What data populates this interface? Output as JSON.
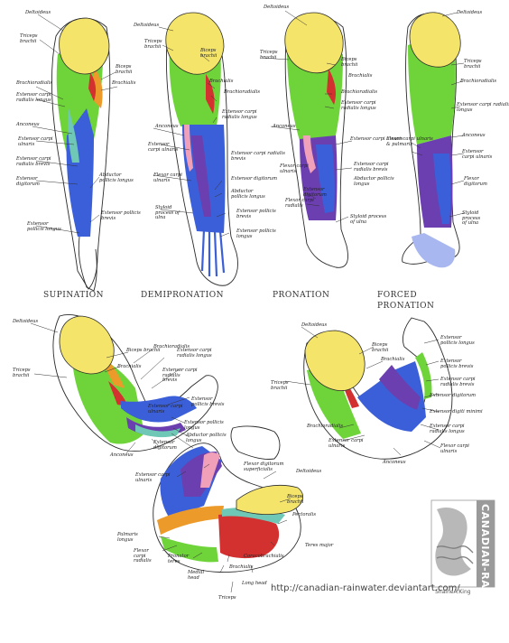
{
  "colors": {
    "deltoid": "#f4e46a",
    "green": "#6fd43a",
    "blue": "#3b5fd8",
    "purple": "#6b3fb0",
    "red": "#d33030",
    "orange": "#ec9a2a",
    "pink": "#f0a0b8",
    "teal": "#6fc7b5",
    "light_blue": "#a8b7f0",
    "watermark_gray": "#9a9a9a"
  },
  "captions": {
    "supination": "SUPINATION",
    "demipronation": "DEMIPRONATION",
    "pronation": "PRONATION",
    "forced": "FORCED",
    "forced_pronation": "PRONATION"
  },
  "labels": {
    "a1_deltoideus": "Deltoideus",
    "a1_triceps": "Triceps\nbrachii",
    "a1_biceps": "Biceps\nbrachii",
    "a1_brachialis": "Brachialis",
    "a1_brachioradialis": "Brachioradialis",
    "a1_ecrl": "Extensor carpi\nradialis longus",
    "a1_anconeus": "Anconeus",
    "a1_ecu": "Extensor carpi\nulnaris",
    "a1_ecrb": "Extensor carpi\nradialis brevis",
    "a1_ed": "Extensor\ndigitorum",
    "a1_apl": "Abductor\npollicis longus",
    "a1_epb": "Extensor pollicis\nbrevis",
    "a1_epl": "Extensor\npollicis longus",
    "a2_deltoideus": "Deltoideus",
    "a2_triceps": "Triceps\nbrachii",
    "a2_biceps": "Biceps\nbrachii",
    "a2_brachialis": "Brachialis",
    "a2_brachioradialis": "Brachioradialis",
    "a2_ecrl": "Extensor carpi\nradialis longus",
    "a2_anconeus": "Anconeus",
    "a2_ecu": "Extensor\ncarpi ulnaris",
    "a2_ecrb": "Extensor carpi radialis\nbrevis",
    "a2_fcu": "Flexor carpi\nulnaris",
    "a2_ed": "Extensor digitorum",
    "a2_apl": "Abductor\npollicis longus",
    "a2_epb": "Extensor pollicis\nbrevis",
    "a2_styloid": "Styloid\nprocess of\nulna",
    "a2_epl": "Extensor pollicis\nlongus",
    "a3_deltoideus": "Deltoideus",
    "a3_triceps": "Triceps\nbrachii",
    "a3_biceps": "Biceps\nbrachii",
    "a3_brachialis": "Brachialis",
    "a3_brachioradialis": "Brachioradialis",
    "a3_ecrl": "Extensor carpi\nradialis longus",
    "a3_anconeus": "Anconeus",
    "a3_ecu": "Extensor carpi ulnaris",
    "a3_ecrb": "Extensor carpi\nradialis brevis",
    "a3_fcu": "Flexor carpi\nulnaris",
    "a3_apl": "Abductor pollicis\nlongus",
    "a3_ed": "Extensor\ndigitorum",
    "a3_fcr": "Flexor carpi\nradialis",
    "a3_styloid": "Styloid process\nof ulna",
    "a4_deltoideus": "Deltoideus",
    "a4_triceps": "Triceps\nbrachii",
    "a4_brachioradialis": "Brachioradialis",
    "a4_ecrl": "Extensor carpi radialis\nlongus",
    "a4_anconeus": "Anconeus",
    "a4_ecu": "Extensor\ncarpi ulnaris",
    "a4_fcu": "Flexor carpi ulnaris\n& palmaris",
    "a4_fd": "Flexor\ndigitorum",
    "a4_styloid": "Styloid\nprocess\nof ulna",
    "b1_deltoideus": "Deltoideus",
    "b1_triceps": "Triceps\nbrachii",
    "b1_biceps": "Biceps brachii",
    "b1_brachialis": "Brachialis",
    "b1_brachioradialis": "Brachioradialis",
    "b1_ecrl": "Extensor carpi\nradialis longus",
    "b1_ecrb": "Extensor carpi\nradialis\nbrevis",
    "b1_epb": "Extensor\npollicis brevis",
    "b1_ecu": "Extensor carpi\nulnaris",
    "b1_epl": "Extensor pollicis\nlongus",
    "b1_apl": "Abductor pollicis\nlongus",
    "b1_anconeus": "Anconeus",
    "b1_ed": "Extensor\ndigitorum",
    "b2_deltoideus": "Deltoideus",
    "b2_biceps": "Biceps\nbrachii",
    "b2_brachialis": "Brachialis",
    "b2_epl": "Extensor\npollicis longus",
    "b2_epb": "Extensor\npollicis brevis",
    "b2_triceps": "Triceps\nbrachii",
    "b2_ecrb": "Extensor carpi\nradialis brevis",
    "b2_ed": "Extensor digitorum",
    "b2_edm": "Extensor digiti minimi",
    "b2_ecrl": "Extensor carpi\nradialis longus",
    "b2_brachioradialis": "Brachioradialis",
    "b2_ecu_pl": "Extensor carpi\nulnaris",
    "b2_fcu": "Flexor carpi\nulnaris",
    "b2_anconeus": "Anconeus",
    "c_ecu": "Extensor carpi\nulnaris",
    "c_fds": "Flexor digitorum\nsuperficialis",
    "c_deltoideus": "Deltoideus",
    "c_biceps": "Biceps\nbrachii",
    "c_pectoralis": "Pectoralis",
    "c_palmaris": "Palmaris\nlongus",
    "c_fcr": "Flexor\ncarpi\nradialis",
    "c_pronator": "Pronator\nteres",
    "c_teres": "Teres major",
    "c_coraco": "Coracobrachialis",
    "c_brachialis": "Brachialis",
    "c_medial": "Medial\nhead",
    "c_long": "Long head",
    "c_triceps": "Triceps"
  },
  "watermark": {
    "url": "http://canadian-rainwater.deviantart.com/",
    "brand": "CANADIAN-RAINWATER",
    "signature": "ShaineA.King"
  }
}
